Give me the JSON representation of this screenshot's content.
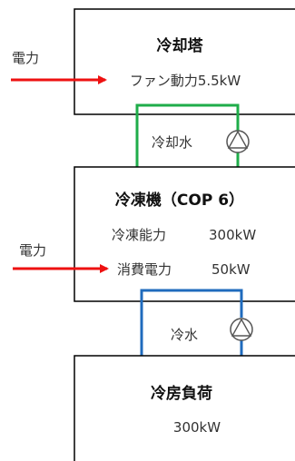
{
  "colors": {
    "power_arrow": "#ee1111",
    "cooling_water_loop": "#1fad4a",
    "chilled_water_loop": "#1f6bbd",
    "box_border": "#000000",
    "text": "#333333"
  },
  "cooling_tower": {
    "title": "冷却塔",
    "fan_power": "ファン動力5.5kW",
    "power_label": "電力"
  },
  "cooling_water": {
    "label": "冷却水",
    "pump_icon": "pump-icon"
  },
  "chiller": {
    "title": "冷凍機（COP 6）",
    "capacity_label": "冷凍能力",
    "capacity_value": "300kW",
    "consumption_label": "消費電力",
    "consumption_value": "50kW",
    "power_label": "電力"
  },
  "chilled_water": {
    "label": "冷水",
    "pump_icon": "pump-icon"
  },
  "cooling_load": {
    "title": "冷房負荷",
    "value": "300kW"
  }
}
